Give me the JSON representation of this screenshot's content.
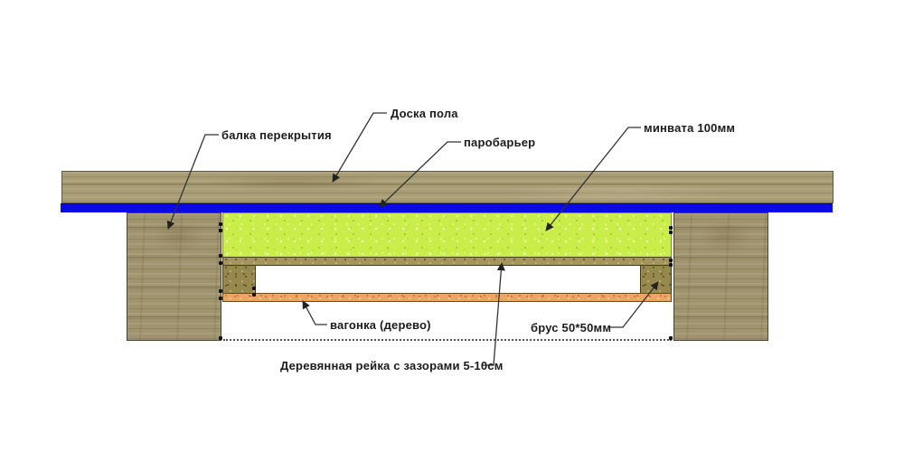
{
  "diagram": {
    "labels": {
      "floor_board": "Доска пола",
      "joist": "балка перекрытия",
      "vapor_barrier": "паробарьер",
      "mineral_wool": "минвата 100мм",
      "cladding": "вагонка (дерево)",
      "bar": "брус 50*50мм",
      "lath": "Деревянная рейка с зазорами 5-10см"
    },
    "colors": {
      "vapor_barrier_blue": "#0a0ae6",
      "mineral_wool_green": "#c9ee49",
      "wood_tan": "#a89c74",
      "bar_olive": "#97894e",
      "cladding_orange": "#eda661",
      "label_text": "#1b1b1b"
    }
  }
}
